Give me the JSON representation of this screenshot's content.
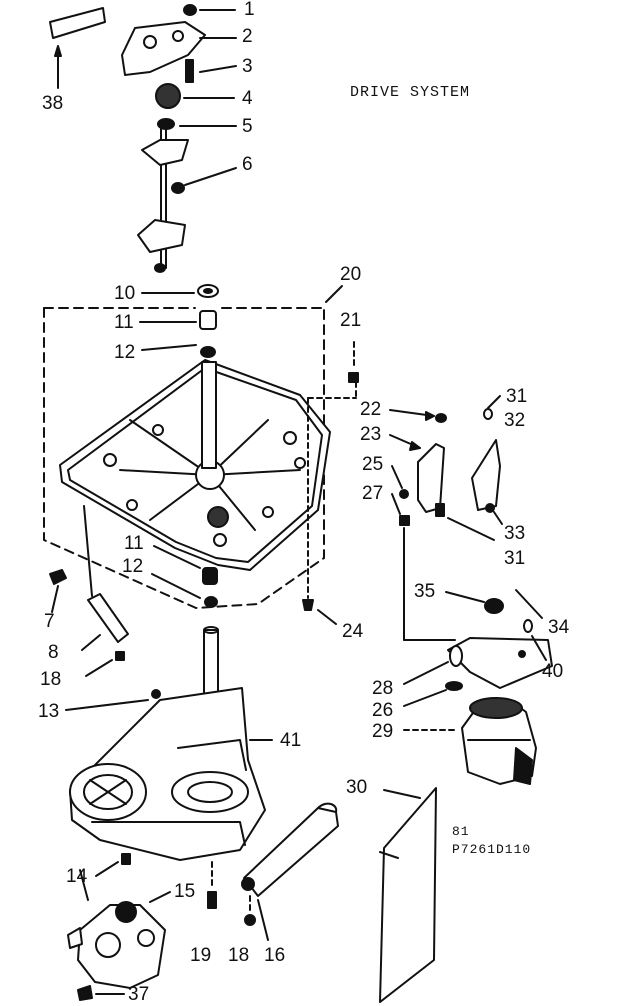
{
  "title": "DRIVE SYSTEM",
  "code_line1": "81",
  "code_line2": "P7261D110",
  "labels": [
    "1",
    "2",
    "3",
    "4",
    "5",
    "6",
    "38",
    "10",
    "11",
    "12",
    "20",
    "21",
    "22",
    "23",
    "25",
    "27",
    "31",
    "32",
    "33",
    "31",
    "35",
    "34",
    "40",
    "11",
    "12",
    "7",
    "8",
    "18",
    "24",
    "13",
    "41",
    "28",
    "26",
    "29",
    "30",
    "14",
    "15",
    "19",
    "18",
    "16",
    "37"
  ]
}
